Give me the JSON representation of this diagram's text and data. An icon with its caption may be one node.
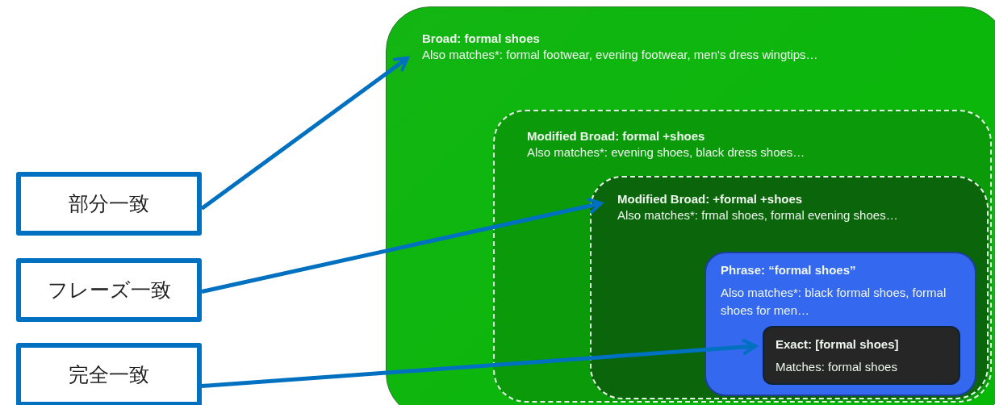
{
  "diagram": {
    "nodes": [
      {
        "text": [
          "Broad: formal shoes",
          "Also matches*: formal footwear, evening footwear, men's dress wingtips…"
        ]
      },
      {
        "text": [
          "Modified Broad: formal +shoes",
          "Also matches*: evening shoes, black dress shoes…"
        ],
        "in": 0
      },
      {
        "text": [
          "Modified Broad: +formal +shoes",
          "Also matches*: frmal shoes, formal evening shoes…"
        ],
        "in": 1
      },
      {
        "text": [
          "Phrase: “formal shoes”",
          "Also matches*: black formal shoes, formal shoes for men…"
        ],
        "in": 2
      },
      {
        "text": [
          "Exact: [formal shoes]",
          "Matches: formal shoes"
        ],
        "in": 3
      },
      {
        "text": [
          "部分一致"
        ]
      },
      {
        "text": [
          "フレーズ一致"
        ]
      },
      {
        "text": [
          "完全一致"
        ]
      }
    ],
    "edges": [
      {
        "from": 5,
        "to": 0,
        "arrow": "to"
      },
      {
        "from": 6,
        "to": 2,
        "arrow": "to"
      },
      {
        "from": 7,
        "to": 4,
        "arrow": "to"
      }
    ]
  }
}
